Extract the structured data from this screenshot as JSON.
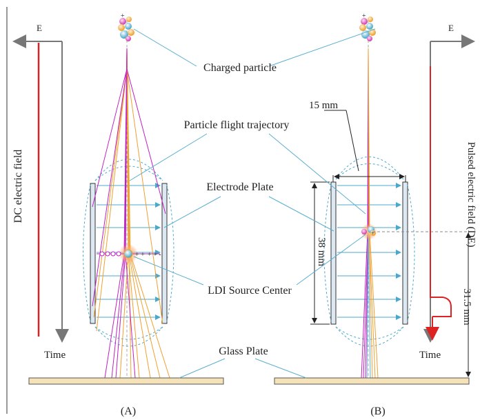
{
  "labels": {
    "charged_particle": "Charged particle",
    "trajectory": "Particle flight trajectory",
    "electrode_plate": "Electrode Plate",
    "ldi_source": "LDI Source Center",
    "glass_plate": "Glass Plate"
  },
  "panel_a": {
    "caption": "(A)",
    "axis_e": "E",
    "axis_time": "Time",
    "field_label": "DC electric field"
  },
  "panel_b": {
    "caption": "(B)",
    "axis_e": "E",
    "axis_time": "Time",
    "field_label": "Pulsed electric field (DE)",
    "gap_dim": "15 mm",
    "plate_dim": "38 mm",
    "height_dim": "31.5 mm"
  },
  "colors": {
    "field_arrow": "#4aa8cc",
    "trajectory_magenta": "#c020c0",
    "trajectory_orange": "#f0a030",
    "trajectory_blue": "#5ab0d8",
    "dc_line": "#dd2222",
    "glass_fill": "#f5e2b8",
    "electrode_fill": "#dce9f2",
    "leader_line": "#5aaed0"
  }
}
